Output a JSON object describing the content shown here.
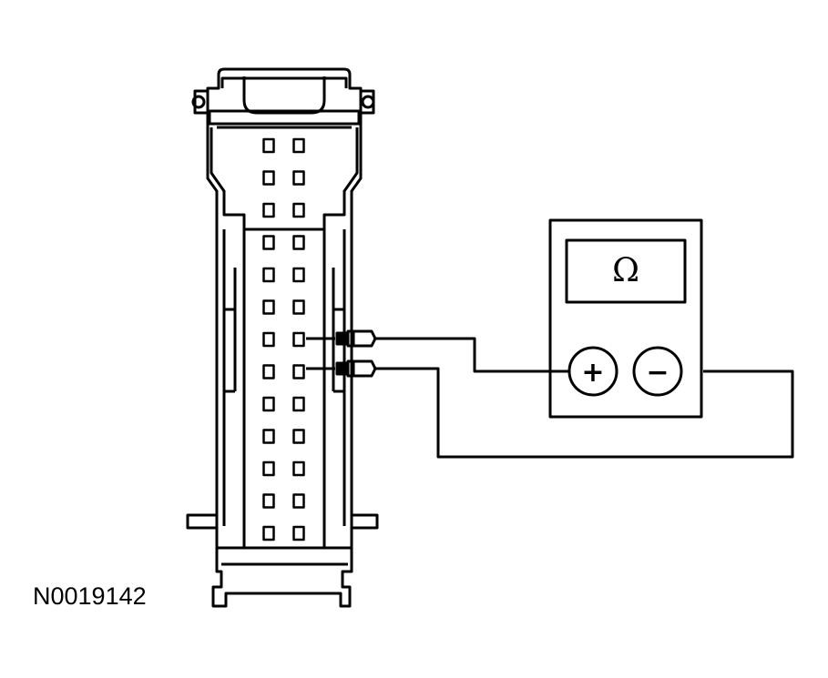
{
  "figure": {
    "id_label": "N0019142"
  },
  "meter": {
    "display_symbol": "Ω",
    "positive_symbol": "+",
    "negative_symbol": "−"
  },
  "connector": {
    "rows": 13,
    "columns": 2,
    "probed_pins": [
      {
        "row": 7,
        "column": 2,
        "meter_terminal": "positive"
      },
      {
        "row": 8,
        "column": 2,
        "meter_terminal": "negative"
      }
    ]
  },
  "colors": {
    "line": "#000000",
    "background": "#ffffff"
  }
}
